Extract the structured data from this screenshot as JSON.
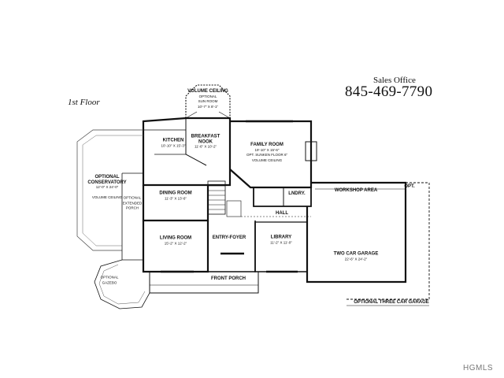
{
  "floor_label": "1st Floor",
  "sales": {
    "title": "Sales Office",
    "phone": "845-469-7790"
  },
  "watermark": "HGMLS",
  "rooms": {
    "sun_room": {
      "name": "VOLUME CEILING",
      "note": "OPTIONAL",
      "sub": "SUN ROOM",
      "dim": "10'-7\" X 8'-1\""
    },
    "kitchen": {
      "name": "KITCHEN",
      "dim": "10'-10\" X 15'-3\""
    },
    "breakfast": {
      "name": "BREAKFAST",
      "sub": "NOOK",
      "dim": "11'-6\" X 10'-2\""
    },
    "family": {
      "name": "FAMILY ROOM",
      "dim": "19'-10\" X 15'-6\"",
      "note": "OPT. SUNKEN FLOOR 6\"",
      "note2": "VOLUME CEILING"
    },
    "conservatory": {
      "name": "OPTIONAL",
      "sub": "CONSERVATORY",
      "dim": "12'-0\" X 24'-0\"",
      "note": "VOLUME CEILING"
    },
    "ext_porch": {
      "name": "OPTIONAL",
      "sub": "EXTENDED",
      "note": "PORCH"
    },
    "dining": {
      "name": "DINING ROOM",
      "dim": "11'-3\" X 13'-6\""
    },
    "laundry": {
      "name": "LNDRY."
    },
    "workshop": {
      "name": "WORKSHOP AREA"
    },
    "opt": {
      "name": "OPT."
    },
    "hall": {
      "name": "HALL"
    },
    "living": {
      "name": "LIVING ROOM",
      "dim": "15'-2\" X 12'-2\""
    },
    "entry": {
      "name": "ENTRY-FOYER"
    },
    "library": {
      "name": "LIBRARY",
      "dim": "11'-2\" X 11'-0\""
    },
    "garage": {
      "name": "TWO CAR GARAGE",
      "dim": "22'-6\" X 24'-2\""
    },
    "gazebo": {
      "name": "OPTIONAL",
      "sub": "GAZEBO"
    },
    "front_porch": {
      "name": "FRONT PORCH"
    },
    "three_car": {
      "name": "OPTIONAL THREE CAR GARAGE"
    }
  }
}
